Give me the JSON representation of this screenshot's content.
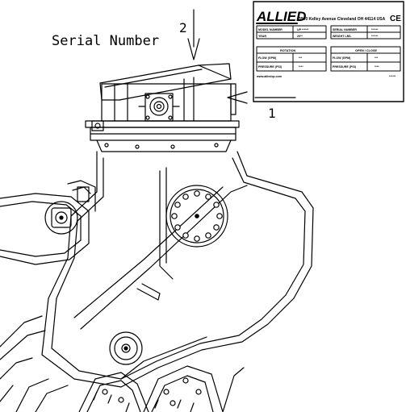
{
  "callouts": {
    "title": "Serial Number",
    "arrow_top_number": "2",
    "arrow_side_number": "1"
  },
  "plate": {
    "brand": "ALLIED",
    "address": "3900 Kelley Avenue Cleveland OH 44114 USA",
    "ce_mark": "CE",
    "model_number_label": "MODEL NUMBER",
    "model_number_value": "UP ******",
    "serial_number_label": "SERIAL NUMBER",
    "serial_number_value": "******",
    "year_label": "YEAR",
    "year_value": "20**",
    "weight_label": "WEIGHT LBS.",
    "weight_value": "******",
    "rotation_header": "ROTATION",
    "open_close_header": "OPEN / CLOSE",
    "rot_flow_label": "FLOW (GPM)",
    "rot_flow_value": "***",
    "rot_pressure_label": "PRESSURE (PSI)",
    "rot_pressure_value": "****",
    "oc_flow_label": "FLOW (GPM)",
    "oc_flow_value": "***",
    "oc_pressure_label": "PRESSURE (PSI)",
    "oc_pressure_value": "****",
    "website": "www.alliedcp.com",
    "footer_code": "******"
  },
  "colors": {
    "line": "#000000",
    "background": "#ffffff"
  }
}
